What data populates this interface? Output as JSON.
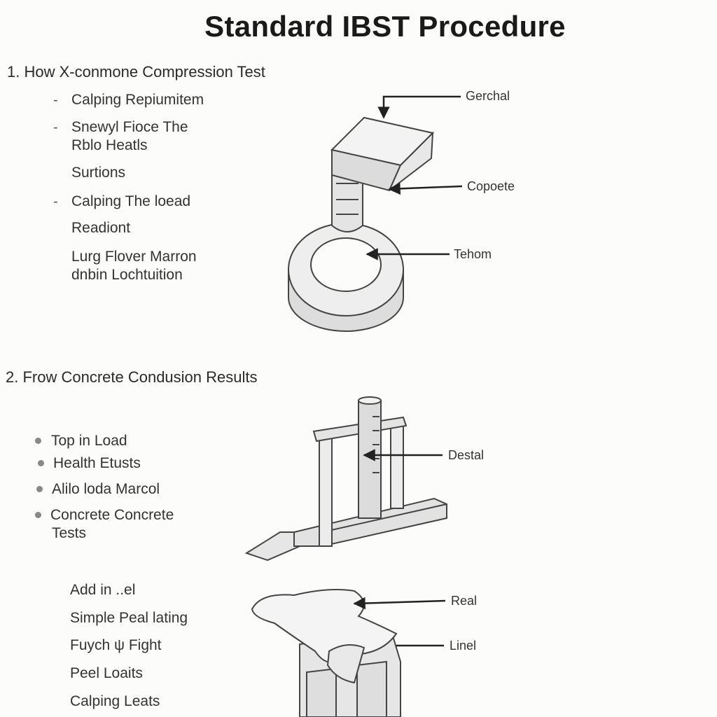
{
  "title": "Standard IBST Procedure",
  "section1": {
    "heading": "1.  How X-conmone Compression Test",
    "items": [
      "Calping Repiumitem",
      "Snewyl Fioce The",
      "Rblo Heatls",
      "Surtions",
      "Calping The loead",
      "Readiont",
      "Lurg Flover Marron",
      "dnbin Lochtuition"
    ],
    "callouts": [
      "Gerchal",
      "Copoete",
      "Tehom"
    ]
  },
  "section2": {
    "heading": "2.  Frow Concrete Condusion Results",
    "bullets": [
      "Top in Load",
      "Health Etusts",
      "Alilo loda Marcol",
      "Concrete Concrete",
      "Tests"
    ],
    "callouts": [
      "Destal"
    ]
  },
  "section3": {
    "items": [
      "Add in ..el",
      "Simple Peal lating",
      "Fuych ψ Fight",
      "Peel Loaits",
      "Calping Leats"
    ],
    "callouts": [
      "Real",
      "Linel"
    ]
  },
  "colors": {
    "ink": "#2b2b2b",
    "line": "#333333",
    "fill": "#ededed",
    "fill_dark": "#d6d6d6"
  }
}
